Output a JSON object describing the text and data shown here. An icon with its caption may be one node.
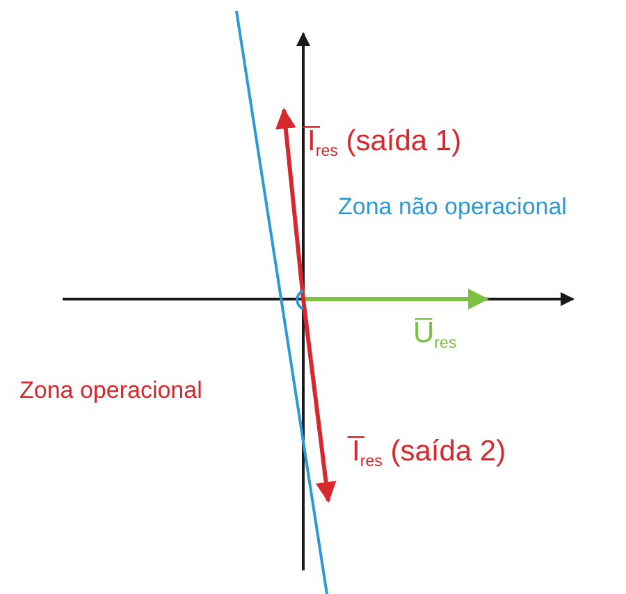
{
  "diagram": {
    "labels": [
      "I̅$_{res}$ (saída 1)",
      "Zona não operacional",
      "U̅$_{res}$",
      "Zona operacional",
      "I̅$_{res}$ (saída 2)"
    ]
  }
}
